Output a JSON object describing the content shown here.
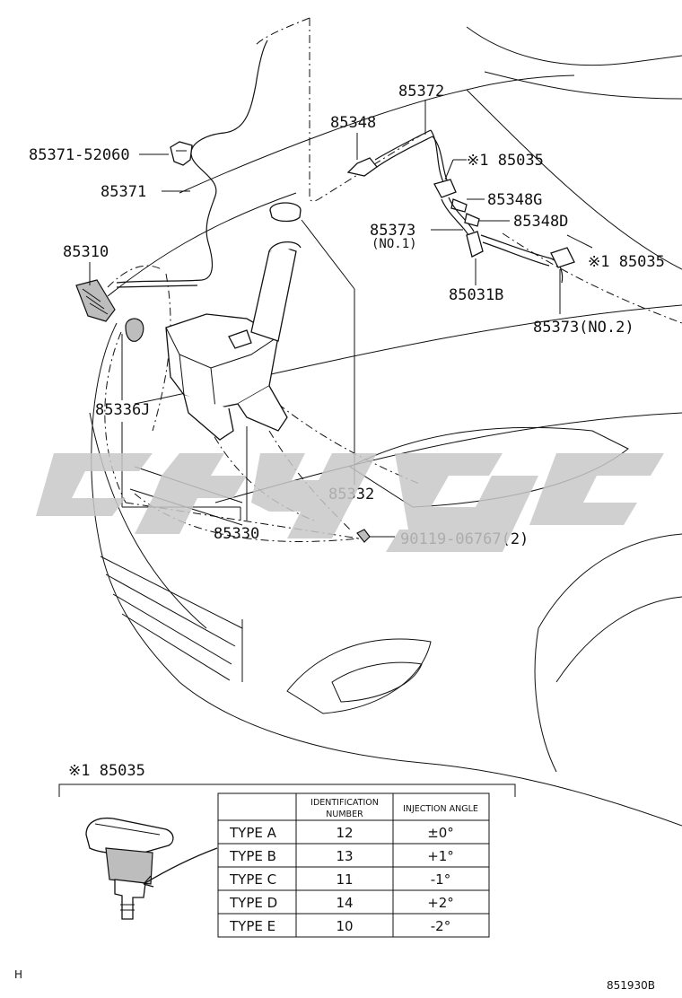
{
  "callouts": {
    "p85371_52060": "85371-52060",
    "p85371": "85371",
    "p85310": "85310",
    "p85336J": "85336J",
    "p85348": "85348",
    "p85372": "85372",
    "p85035_a": "※1 85035",
    "p85348G": "85348G",
    "p85373": "85373",
    "p85373_no1": "(NO.1)",
    "p85348D": "85348D",
    "p85035_b": "※1 85035",
    "p85031B": "85031B",
    "p85373_no2": "85373(NO.2)",
    "p85332": "85332",
    "p85330": "85330",
    "p90119": "90119-06767(2)"
  },
  "detail": {
    "title": "※1 85035",
    "table": {
      "headers": [
        "",
        "IDENTIFICATION NUMBER",
        "INJECTION ANGLE"
      ],
      "header_lines": {
        "id": [
          "IDENTIFICATION",
          "NUMBER"
        ],
        "angle": [
          "INJECTION ANGLE"
        ]
      },
      "rows": [
        {
          "type": "TYPE A",
          "id": "12",
          "angle": "±0°"
        },
        {
          "type": "TYPE B",
          "id": "13",
          "angle": "+1°"
        },
        {
          "type": "TYPE C",
          "id": "11",
          "angle": "-1°"
        },
        {
          "type": "TYPE D",
          "id": "14",
          "angle": "+2°"
        },
        {
          "type": "TYPE E",
          "id": "10",
          "angle": "-2°"
        }
      ]
    }
  },
  "footer": {
    "corner_mark": "H",
    "figure_code": "851930B"
  },
  "watermark": {
    "text": "ctyg"
  }
}
